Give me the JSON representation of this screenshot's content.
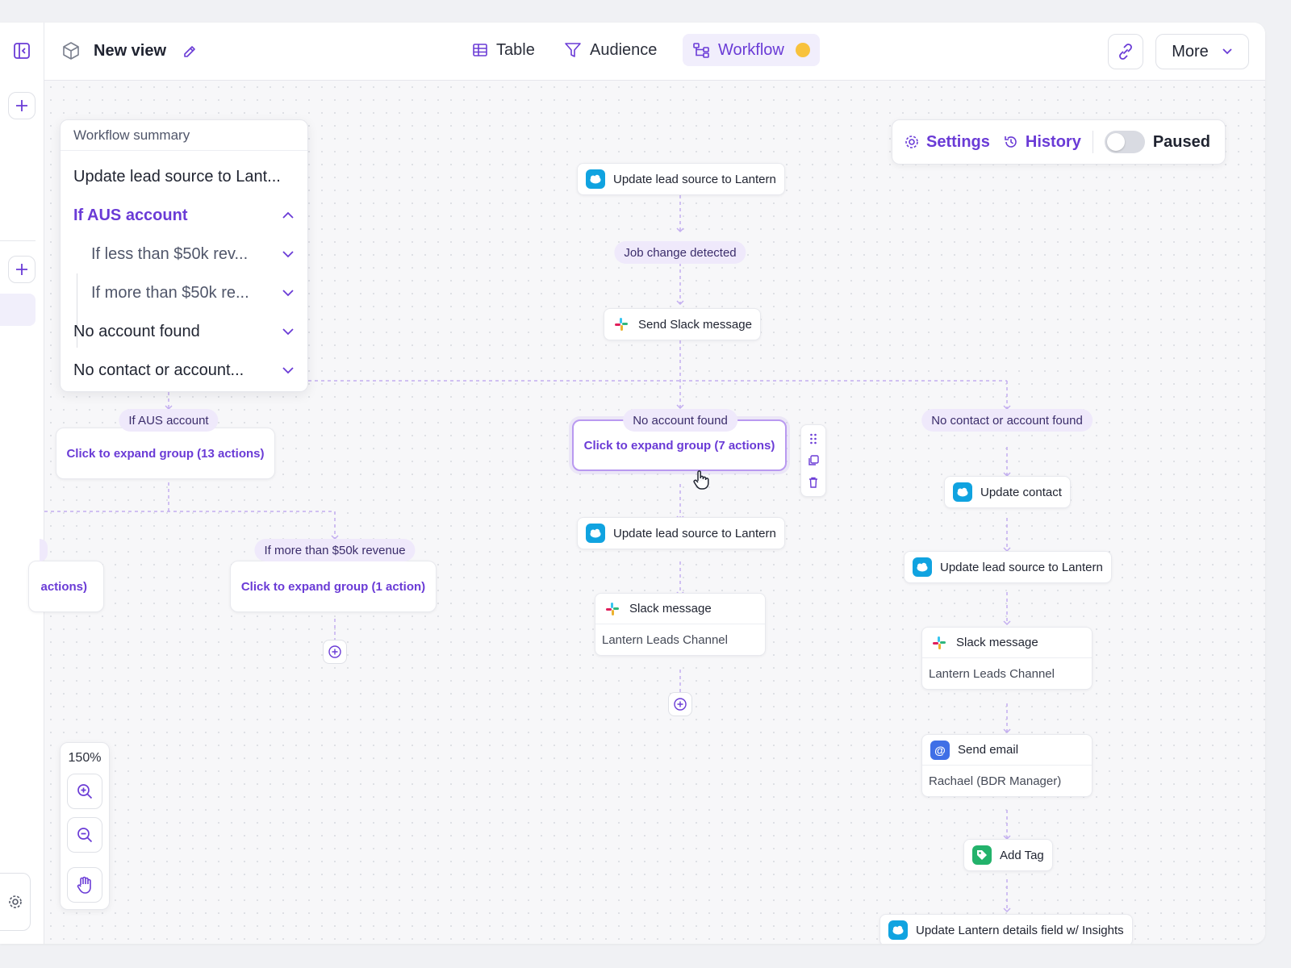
{
  "header": {
    "view_title": "New view",
    "tabs": [
      {
        "label": "Table"
      },
      {
        "label": "Audience"
      },
      {
        "label": "Workflow"
      }
    ],
    "more_label": "More"
  },
  "summary": {
    "title": "Workflow summary",
    "items": [
      {
        "label": "Update lead source to Lant..."
      },
      {
        "label": "If AUS account"
      },
      {
        "label": "If less than $50k rev..."
      },
      {
        "label": "If more than $50k re..."
      },
      {
        "label": "No account found"
      },
      {
        "label": "No contact or account..."
      }
    ]
  },
  "settings": {
    "settings_label": "Settings",
    "history_label": "History",
    "status_label": "Paused"
  },
  "zoom": {
    "level": "150%"
  },
  "flow": {
    "nodes": {
      "top_update": "Update lead source to Lantern",
      "job_change": "Job change detected",
      "send_slack": "Send Slack message",
      "mid_update": "Update lead source to Lantern",
      "mid_slack": "Slack message",
      "mid_slack_channel": "Lantern Leads Channel",
      "right_update_contact": "Update contact",
      "right_update_lead": "Update lead source to Lantern",
      "right_slack": "Slack message",
      "right_slack_channel": "Lantern Leads Channel",
      "send_email": "Send email",
      "email_to": "Rachael (BDR Manager)",
      "add_tag": "Add Tag",
      "update_details": "Update Lantern details field w/ Insights"
    },
    "groups": {
      "aus_label": "If AUS account",
      "aus_action": "Click to expand group (13 actions)",
      "left_partial_action": "actions)",
      "more50_label": "If more than $50k revenue",
      "more50_action": "Click to expand group (1 action)",
      "noacc_label": "No account found",
      "noacc_action": "Click to expand group (7 actions)",
      "nocontact_label": "No contact or account found"
    }
  },
  "colors": {
    "accent": "#6a3bd6",
    "pill_bg": "#efe9fb",
    "salesforce": "#10a3e0",
    "status_dot": "#f8c23d"
  }
}
